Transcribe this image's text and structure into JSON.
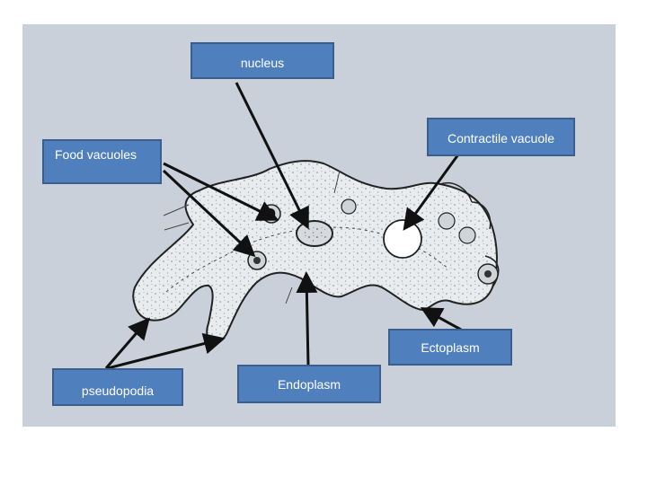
{
  "labels": {
    "nucleus": "nucleus",
    "food_vacuoles": "Food vacuoles",
    "contractile_vacuole": "Contractile vacuole",
    "ectoplasm": "Ectoplasm",
    "pseudopodia": "pseudopodia",
    "endoplasm": "Endoplasm"
  },
  "colors": {
    "slide_background": "#c9d0da",
    "label_fill": "#4f80bd",
    "label_border": "#3a5f8f",
    "label_text": "#ffffff",
    "arrow": "#111111",
    "cell_fill": "#e8ecef"
  }
}
